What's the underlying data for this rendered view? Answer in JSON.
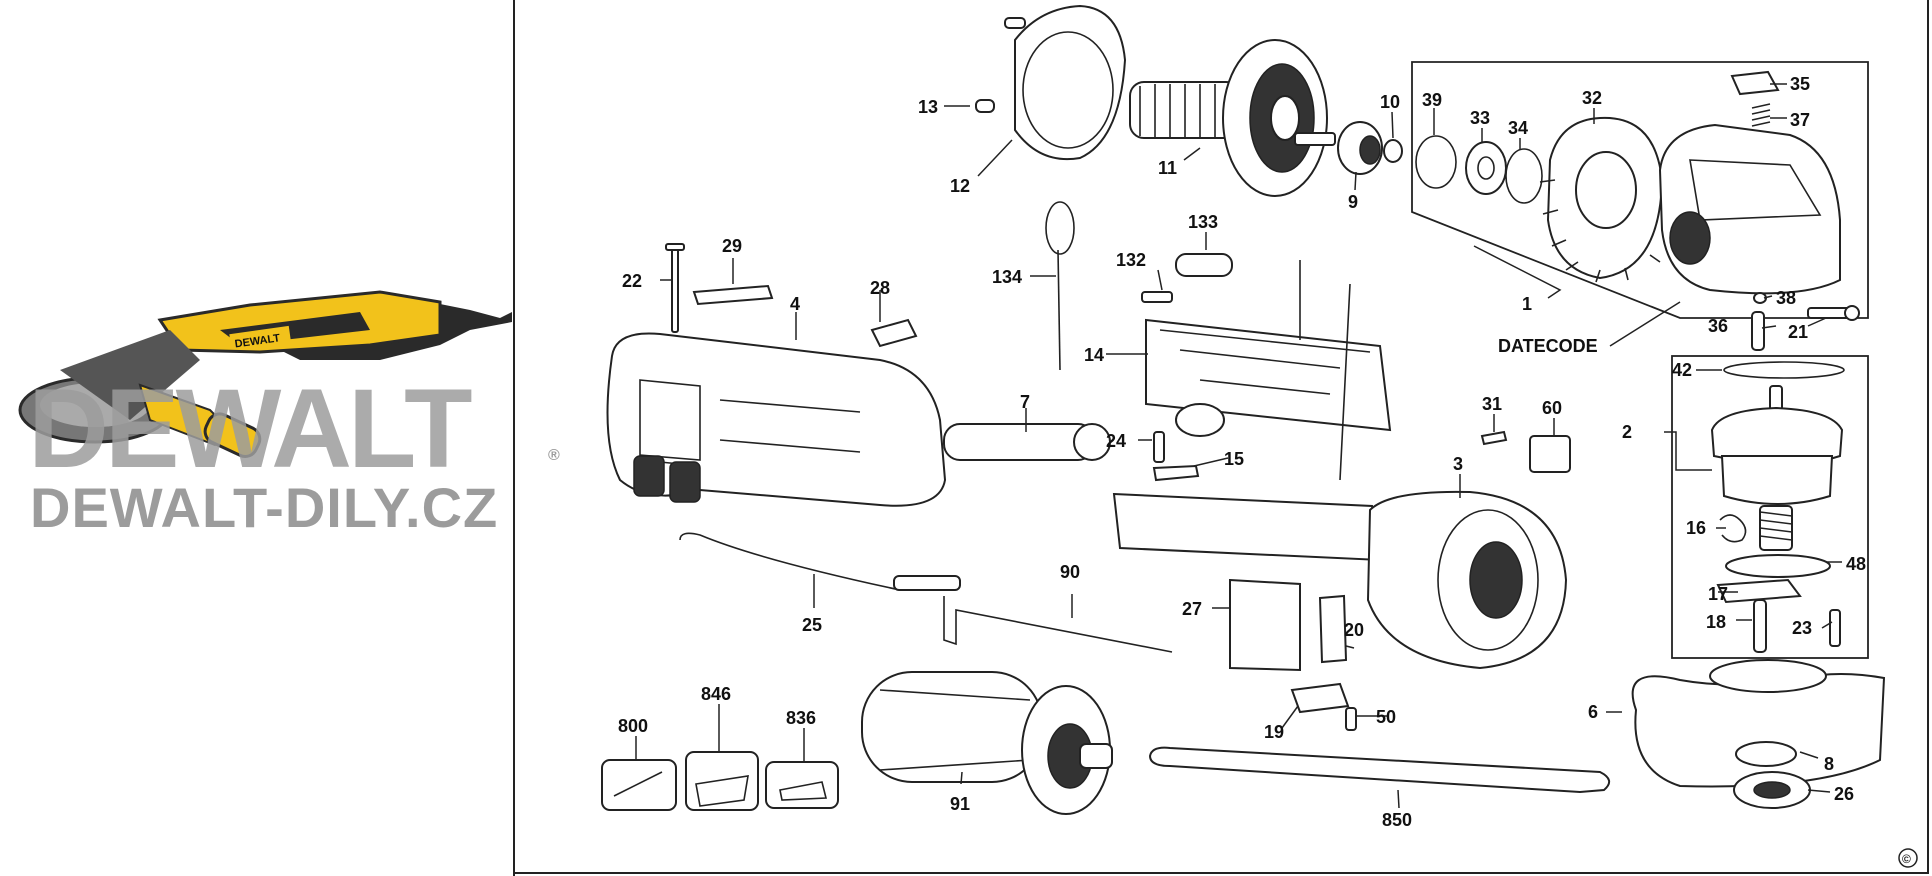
{
  "watermark": {
    "brand": "DEWALT",
    "registered": "®",
    "site": "DEWALT-DILY.CZ"
  },
  "tool_photo_badge": "DEWALT",
  "copyright": "©",
  "labels": {
    "p1": "1",
    "p2": "2",
    "p3": "3",
    "p4": "4",
    "p6": "6",
    "p7": "7",
    "p8": "8",
    "p9": "9",
    "p10": "10",
    "p11": "11",
    "p12": "12",
    "p13": "13",
    "p14": "14",
    "p15": "15",
    "p16": "16",
    "p17": "17",
    "p18": "18",
    "p19": "19",
    "p20": "20",
    "p21": "21",
    "p22": "22",
    "p23": "23",
    "p24": "24",
    "p25": "25",
    "p26": "26",
    "p27": "27",
    "p28": "28",
    "p29": "29",
    "p31": "31",
    "p32": "32",
    "p33": "33",
    "p34": "34",
    "p35": "35",
    "p36": "36",
    "p37": "37",
    "p38": "38",
    "p39": "39",
    "p42": "42",
    "p48": "48",
    "p50": "50",
    "p60": "60",
    "p90": "90",
    "p91": "91",
    "p132": "132",
    "p133": "133",
    "p134": "134",
    "p800": "800",
    "p836": "836",
    "p846": "846",
    "p850": "850",
    "datecode": "DATECODE"
  },
  "colors": {
    "tool_yellow": "#f2c21b",
    "tool_black": "#2a2a2a",
    "watermark_gray": "#9c9c9c",
    "line": "#222222"
  }
}
